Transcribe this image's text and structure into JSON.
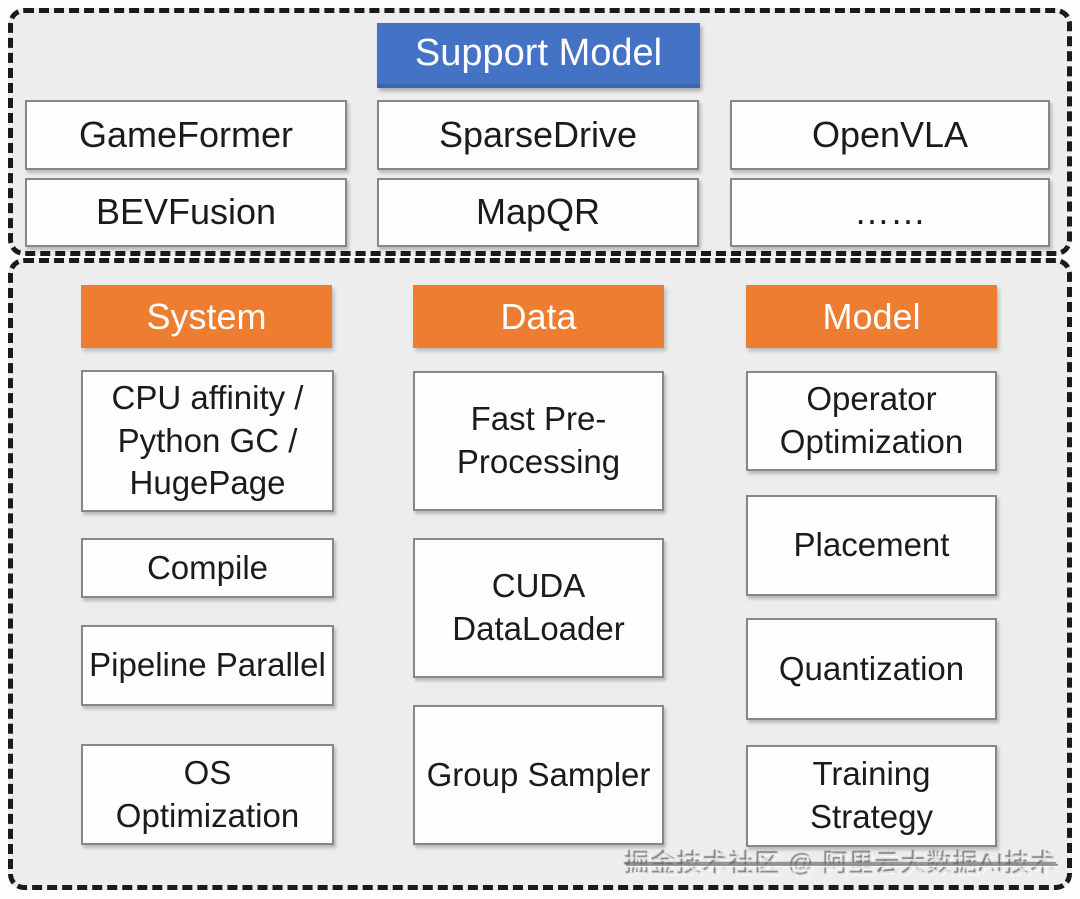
{
  "support_panel": {
    "header": "Support Model",
    "models": [
      "GameFormer",
      "SparseDrive",
      "OpenVLA",
      "BEVFusion",
      "MapQR",
      "……"
    ]
  },
  "optimization_panel": {
    "columns": [
      {
        "header": "System",
        "items": [
          "CPU affinity / Python GC / HugePage",
          "Compile",
          "Pipeline Parallel",
          "OS Optimization"
        ]
      },
      {
        "header": "Data",
        "items": [
          "Fast Pre-Processing",
          "CUDA DataLoader",
          "Group Sampler"
        ]
      },
      {
        "header": "Model",
        "items": [
          "Operator Optimization",
          "Placement",
          "Quantization",
          "Training Strategy"
        ]
      }
    ]
  },
  "watermark": "掘金技术社区 @ 阿里云大数据AI技术",
  "colors": {
    "blue_header": "#4472C4",
    "orange_header": "#ED7D31",
    "panel_bg": "#EDEDED",
    "box_border": "#878787",
    "text": "#1B1B1B"
  }
}
